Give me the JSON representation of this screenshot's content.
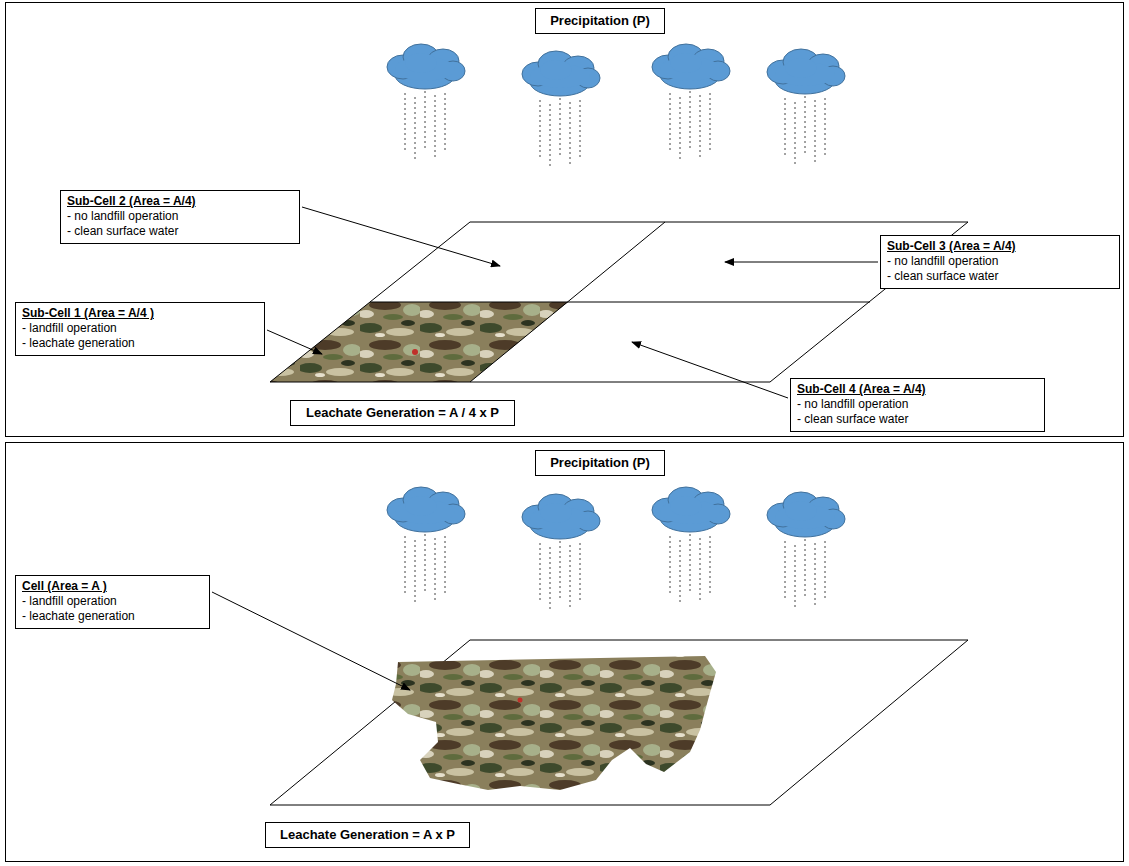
{
  "diagram": {
    "nodes": [
      {
        "text": [
          "Precipitation (P)"
        ]
      },
      {
        "text": [
          "Sub-Cell 2 (Area = A/4)",
          "- no landfill operation",
          "- clean surface water"
        ]
      },
      {
        "text": [
          "Sub-Cell 3 (Area = A/4)",
          "- no landfill operation",
          "- clean surface water"
        ]
      },
      {
        "text": [
          "Sub-Cell 1 (Area = A/4 )",
          "- landfill operation",
          "- leachate generation"
        ]
      },
      {
        "text": [
          "Sub-Cell 4  (Area = A/4)",
          "- no landfill operation",
          "- clean surface water"
        ]
      },
      {
        "text": [
          "Leachate Generation = A / 4 x P"
        ]
      },
      {
        "text": [
          "Precipitation (P)"
        ]
      },
      {
        "text": [
          "Cell  (Area = A )",
          "- landfill operation",
          "- leachate generation"
        ]
      },
      {
        "text": [
          "Leachate Generation = A x P"
        ]
      }
    ]
  }
}
